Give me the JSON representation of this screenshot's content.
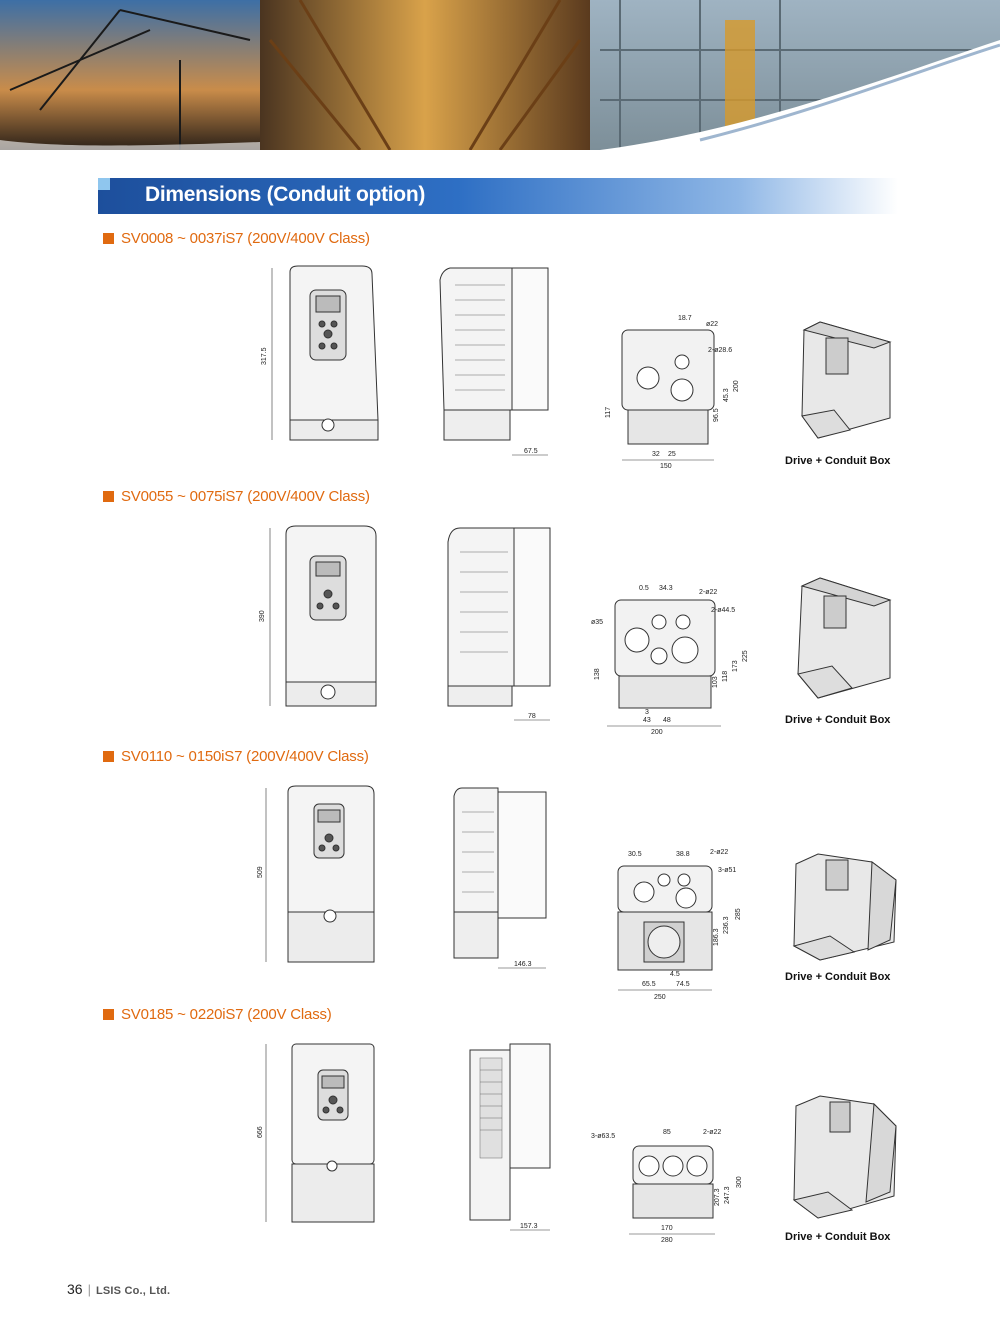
{
  "page": {
    "section_title": "Dimensions",
    "section_subtitle": "(Conduit option)",
    "page_number": "36",
    "company": "LSIS Co., Ltd."
  },
  "models": [
    {
      "heading": "SV0008 ~ 0037iS7 (200V/400V Class)",
      "front_height": "317.5",
      "side_depth": "67.5",
      "bottom_dims": [
        "18.7",
        "ø22",
        "2-ø28.6",
        "117",
        "96.5",
        "45.3",
        "200",
        "32",
        "25",
        "150"
      ],
      "caption": "Drive + Conduit Box"
    },
    {
      "heading": "SV0055 ~ 0075iS7 (200V/400V Class)",
      "front_height": "390",
      "side_depth": "78",
      "bottom_dims": [
        "0.5",
        "34.3",
        "2-ø22",
        "2-ø44.5",
        "ø35",
        "138",
        "103",
        "118",
        "173",
        "225",
        "3",
        "43",
        "48",
        "200"
      ],
      "caption": "Drive + Conduit Box"
    },
    {
      "heading": "SV0110 ~ 0150iS7 (200V/400V Class)",
      "front_height": "509",
      "side_depth": "146.3",
      "bottom_dims": [
        "30.5",
        "38.8",
        "2-ø22",
        "3-ø51",
        "186.3",
        "236.3",
        "285",
        "4.5",
        "65.5",
        "74.5",
        "250"
      ],
      "caption": "Drive + Conduit Box"
    },
    {
      "heading": "SV0185 ~ 0220iS7 (200V Class)",
      "front_height": "666",
      "side_depth": "157.3",
      "bottom_dims": [
        "3-ø63.5",
        "85",
        "2-ø22",
        "207.3",
        "247.3",
        "300",
        "170",
        "280"
      ],
      "caption": "Drive + Conduit Box"
    }
  ]
}
